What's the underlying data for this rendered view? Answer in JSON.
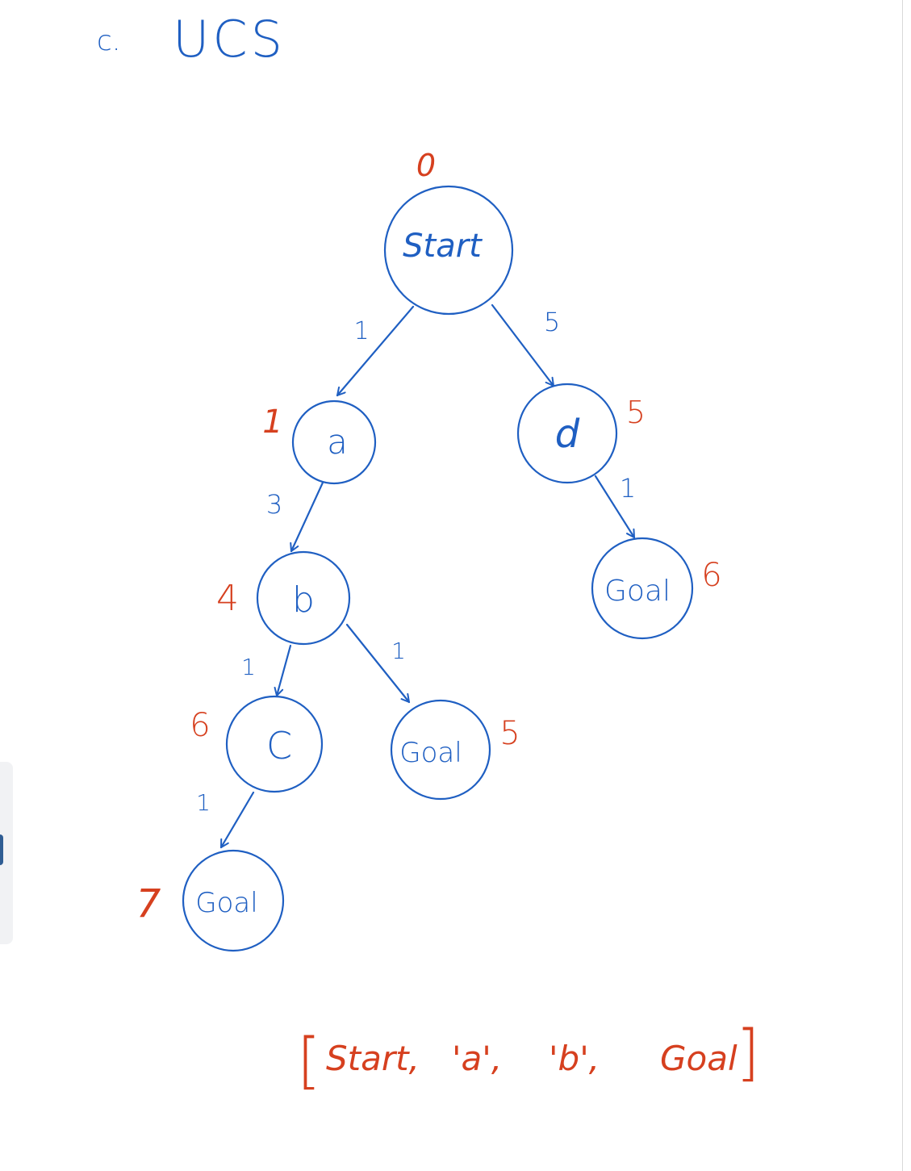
{
  "heading": {
    "prefix": "c.",
    "title": "UCS"
  },
  "colors": {
    "tree": "#1f5fc2",
    "cost": "#d6401f"
  },
  "nodes": {
    "start": {
      "label": "Start",
      "cost": "0"
    },
    "a": {
      "label": "a",
      "cost": "1"
    },
    "d": {
      "label": "d",
      "cost": "5"
    },
    "b": {
      "label": "b",
      "cost": "4"
    },
    "goal_d": {
      "label": "Goal",
      "cost": "6"
    },
    "c": {
      "label": "C",
      "cost": "6"
    },
    "goal_b": {
      "label": "Goal",
      "cost": "5"
    },
    "goal_c": {
      "label": "Goal",
      "cost": "7"
    }
  },
  "edges": {
    "start_a": "1",
    "start_d": "5",
    "a_b": "3",
    "d_goal": "1",
    "b_c": "1",
    "b_goal": "1",
    "c_goal": "1"
  },
  "result": {
    "open_bracket": "[",
    "items": [
      "Start,",
      "'a',",
      "'b',",
      "Goal"
    ],
    "close_bracket": "]"
  }
}
